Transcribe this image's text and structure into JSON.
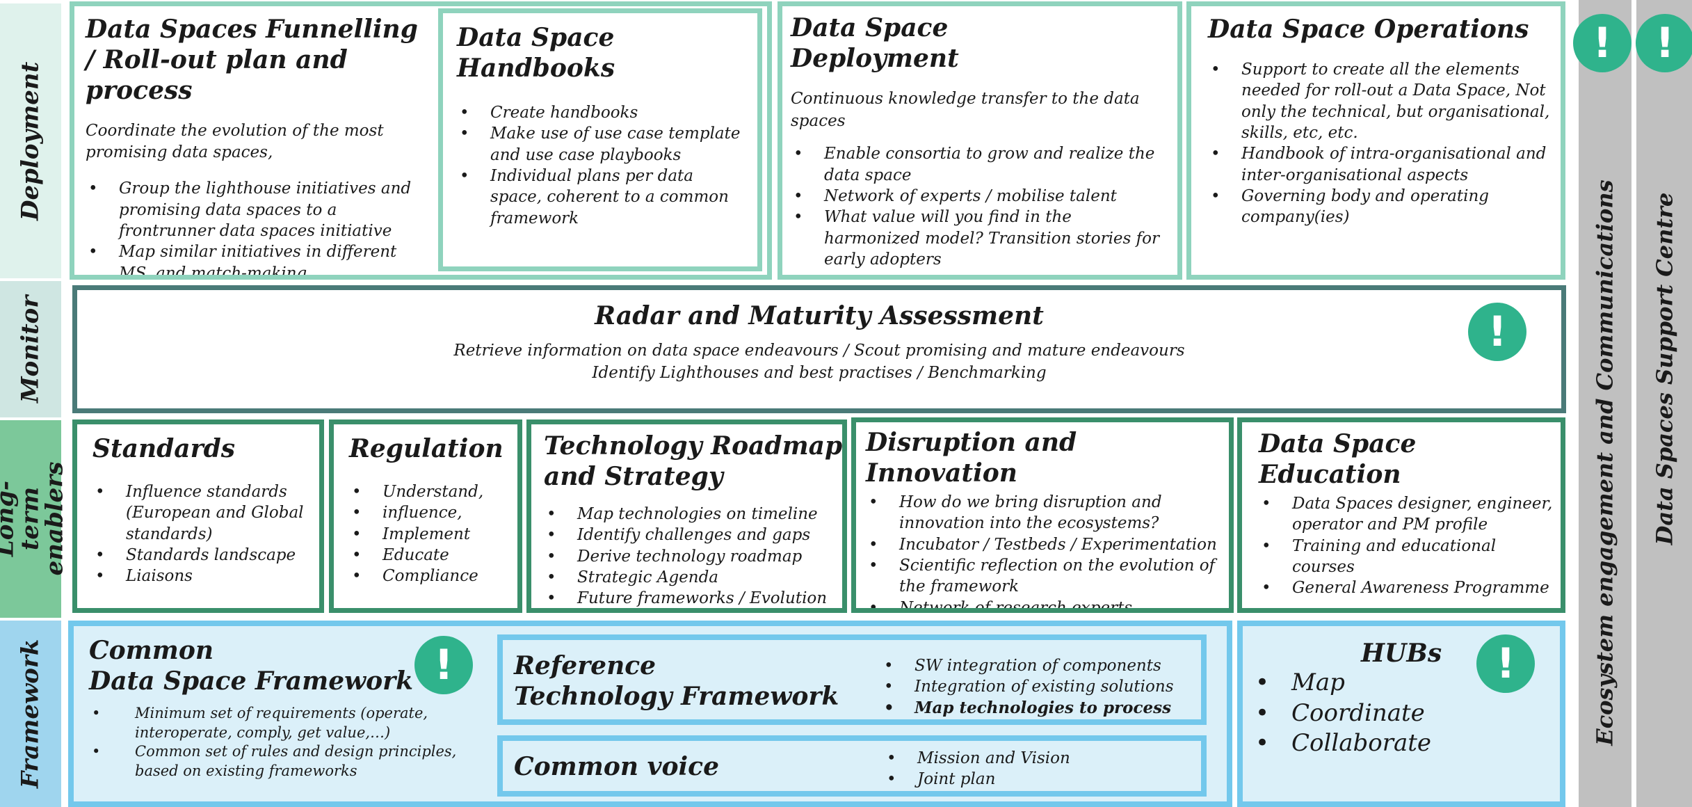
{
  "colors": {
    "deployment_label": "#dff2ec",
    "deployment_border": "#8fd3bd",
    "monitor_label": "#cfe6e2",
    "monitor_border": "#4a7a78",
    "enablers_label": "#7cc89a",
    "enablers_border": "#3a8f6b",
    "framework_label": "#9fd5ee",
    "framework_border": "#73c8ec",
    "framework_fill": "#dbf0f9",
    "side_bar": "#c0c0c0",
    "accent_icon": "#2fb38c"
  },
  "icons": {
    "alert": "exclamation-circle-icon",
    "alert_glyph": "!"
  },
  "row_labels": {
    "deployment": "Deployment",
    "monitor": "Monitor",
    "enablers": "Long-term enablers",
    "framework": "Framework"
  },
  "side": {
    "ecosystem": "Ecosystem engagement and Communications",
    "support": "Data Spaces Support Centre"
  },
  "deployment": {
    "funnelling": {
      "title": "Data Spaces Funnelling / Roll-out plan and process",
      "description": "Coordinate the evolution of the most promising data spaces,",
      "bullets": [
        "Group the lighthouse initiatives and promising data spaces to a frontrunner data spaces initiative",
        "Map similar initiatives in different MS, and match-making."
      ]
    },
    "handbooks": {
      "title": "Data Space Handbooks",
      "bullets": [
        "Create handbooks",
        "Make use of  use case template and use case playbooks",
        "Individual plans per data space, coherent to a common framework"
      ]
    },
    "deploy": {
      "title": "Data Space Deployment",
      "description": "Continuous knowledge transfer to the data spaces",
      "bullets": [
        "Enable consortia to grow and realize the data space",
        "Network of experts / mobilise talent",
        "What value will you find in the harmonized model? Transition stories for early adopters"
      ]
    },
    "operations": {
      "title": "Data Space Operations",
      "bullets": [
        "Support to create all the elements needed for roll-out a Data Space, Not only the technical, but organisational, skills, etc, etc.",
        "Handbook of intra-organisational and inter-organisational aspects",
        "Governing body and operating company(ies)"
      ]
    }
  },
  "monitor": {
    "title": "Radar and Maturity Assessment",
    "line1": "Retrieve information on data space endeavours / Scout promising and mature endeavours",
    "line2": "Identify Lighthouses and best practises / Benchmarking"
  },
  "enablers": {
    "standards": {
      "title": "Standards",
      "bullets": [
        "Influence standards (European and Global standards)",
        "Standards landscape",
        "Liaisons"
      ]
    },
    "regulation": {
      "title": "Regulation",
      "bullets": [
        "Understand,",
        "influence,",
        "Implement",
        "Educate",
        "Compliance"
      ]
    },
    "techroadmap": {
      "title": "Technology Roadmap and Strategy",
      "bullets": [
        "Map technologies on timeline",
        "Identify challenges and gaps",
        "Derive technology roadmap",
        "Strategic Agenda",
        "Future frameworks / Evolution"
      ]
    },
    "disruption": {
      "title": "Disruption and Innovation",
      "bullets": [
        "How do we bring disruption and innovation into the ecosystems?",
        "Incubator / Testbeds / Experimentation",
        "Scientific reflection on the evolution of the framework",
        "Network of research experts"
      ]
    },
    "education": {
      "title": "Data Space Education",
      "bullets": [
        "Data Spaces  designer, engineer, operator and PM profile",
        "Training and educational courses",
        "General Awareness Programme"
      ]
    }
  },
  "framework": {
    "common": {
      "title_line1": "Common",
      "title_line2": "Data Space Framework",
      "bullets": [
        "Minimum set of requirements (operate, interoperate, comply, get value,…)",
        "Common set of rules and design principles, based on existing frameworks"
      ]
    },
    "reference": {
      "title_line1": "Reference",
      "title_line2": "Technology Framework",
      "bullets": [
        "SW integration of components",
        "Integration of existing solutions",
        "Map technologies to process"
      ]
    },
    "voice": {
      "title": "Common voice",
      "bullets": [
        "Mission and Vision",
        "Joint plan"
      ]
    },
    "hubs": {
      "title": "HUBs",
      "bullets": [
        "Map",
        "Coordinate",
        "Collaborate"
      ]
    }
  }
}
